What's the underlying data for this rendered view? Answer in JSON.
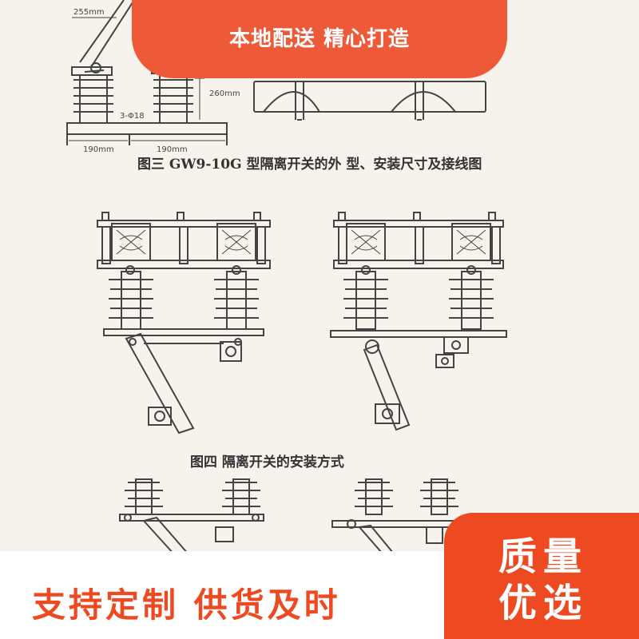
{
  "banner_top": {
    "text": "本地配送 精心打造"
  },
  "drawing": {
    "dimensions": {
      "d255": "255mm",
      "d260": "260mm",
      "hole": "3-Φ18",
      "span_left": "190mm",
      "span_right": "190mm"
    },
    "caption_fig3": "图三 GW9-10G 型隔离开关的外 型、安装尺寸及接线图",
    "caption_fig4": "图四 隔离开关的安装方式"
  },
  "bottom_banner": {
    "text": "支持定制  供货及时"
  },
  "badge": {
    "line1": "质量",
    "line2": "优选"
  },
  "colors": {
    "accent": "#ee4a22",
    "banner": "#ee5a38",
    "ink": "#444444",
    "paper": "#f6f3ec"
  }
}
